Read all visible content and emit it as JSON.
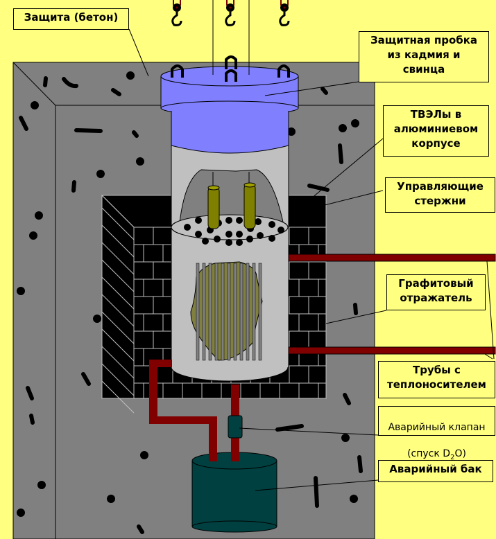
{
  "title": "Схема ядерного реактора",
  "labels": {
    "shield": "Защита (бетон)",
    "plug": "Защитная пробка\nиз кадмия и\nсвинца",
    "fuel": "ТВЭЛы в\nалюминиевом\nкорпусе",
    "control_rods": "Управляющие\nстержни",
    "reflector": "Графитовый\nотражатель",
    "pipes": "Трубы с\nтеплоносителем",
    "valve_line1": "Аварийный клапан",
    "valve_line2_prefix": "(спуск D",
    "valve_sub": "2",
    "valve_line2_suffix": "O)",
    "tank": "Аварийный бак"
  },
  "colors": {
    "background": "#ffff80",
    "concrete": "#808080",
    "plug": "#8080ff",
    "vessel": "#c0c0c0",
    "graphite": "#000000",
    "pipe": "#800000",
    "rods": "#808000",
    "fuel": "#808040",
    "tank": "#004040"
  }
}
